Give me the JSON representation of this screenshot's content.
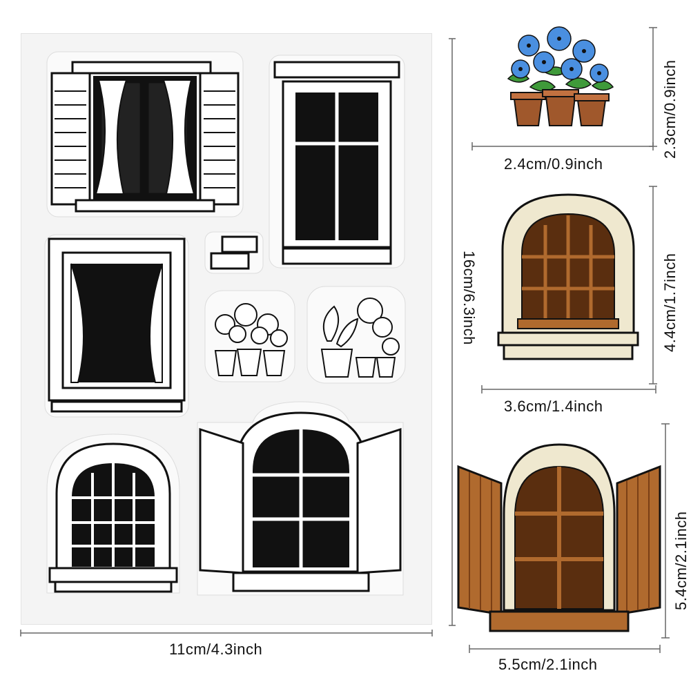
{
  "dimensions": {
    "sheet_width": "11cm/4.3inch",
    "sheet_height": "16cm/6.3inch",
    "flowers_width": "2.4cm/0.9inch",
    "flowers_height": "2.3cm/0.9inch",
    "arch_window_width": "3.6cm/1.4inch",
    "arch_window_height": "4.4cm/1.7inch",
    "shutter_window_width": "5.5cm/2.1inch",
    "shutter_window_height": "5.4cm/2.1inch"
  },
  "colors": {
    "sheet": "#f4f4f4",
    "ink": "#111111",
    "flower_blue": "#4a8fe0",
    "leaf_green": "#3f9a3a",
    "pot_brown": "#a0582c",
    "stone_cream": "#efe8cf",
    "wood_brown": "#b06a2e",
    "wood_dark": "#7a3f15"
  }
}
